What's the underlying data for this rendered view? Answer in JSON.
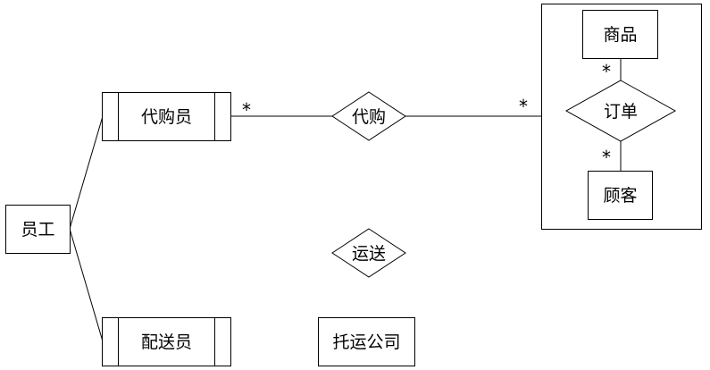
{
  "entities": {
    "employee": "员工",
    "purchaser": "代购员",
    "deliverer": "配送员",
    "shipping_company": "托运公司",
    "product": "商品",
    "customer": "顾客"
  },
  "relationships": {
    "purchase": "代购",
    "order": "订单",
    "delivery": "运送"
  },
  "multiplicities": {
    "purchaser_side": "*",
    "order_side": "*",
    "product_side": "*",
    "customer_side": "*"
  },
  "colors": {
    "stroke": "#000000",
    "fill": "#ffffff",
    "text": "#000000"
  }
}
